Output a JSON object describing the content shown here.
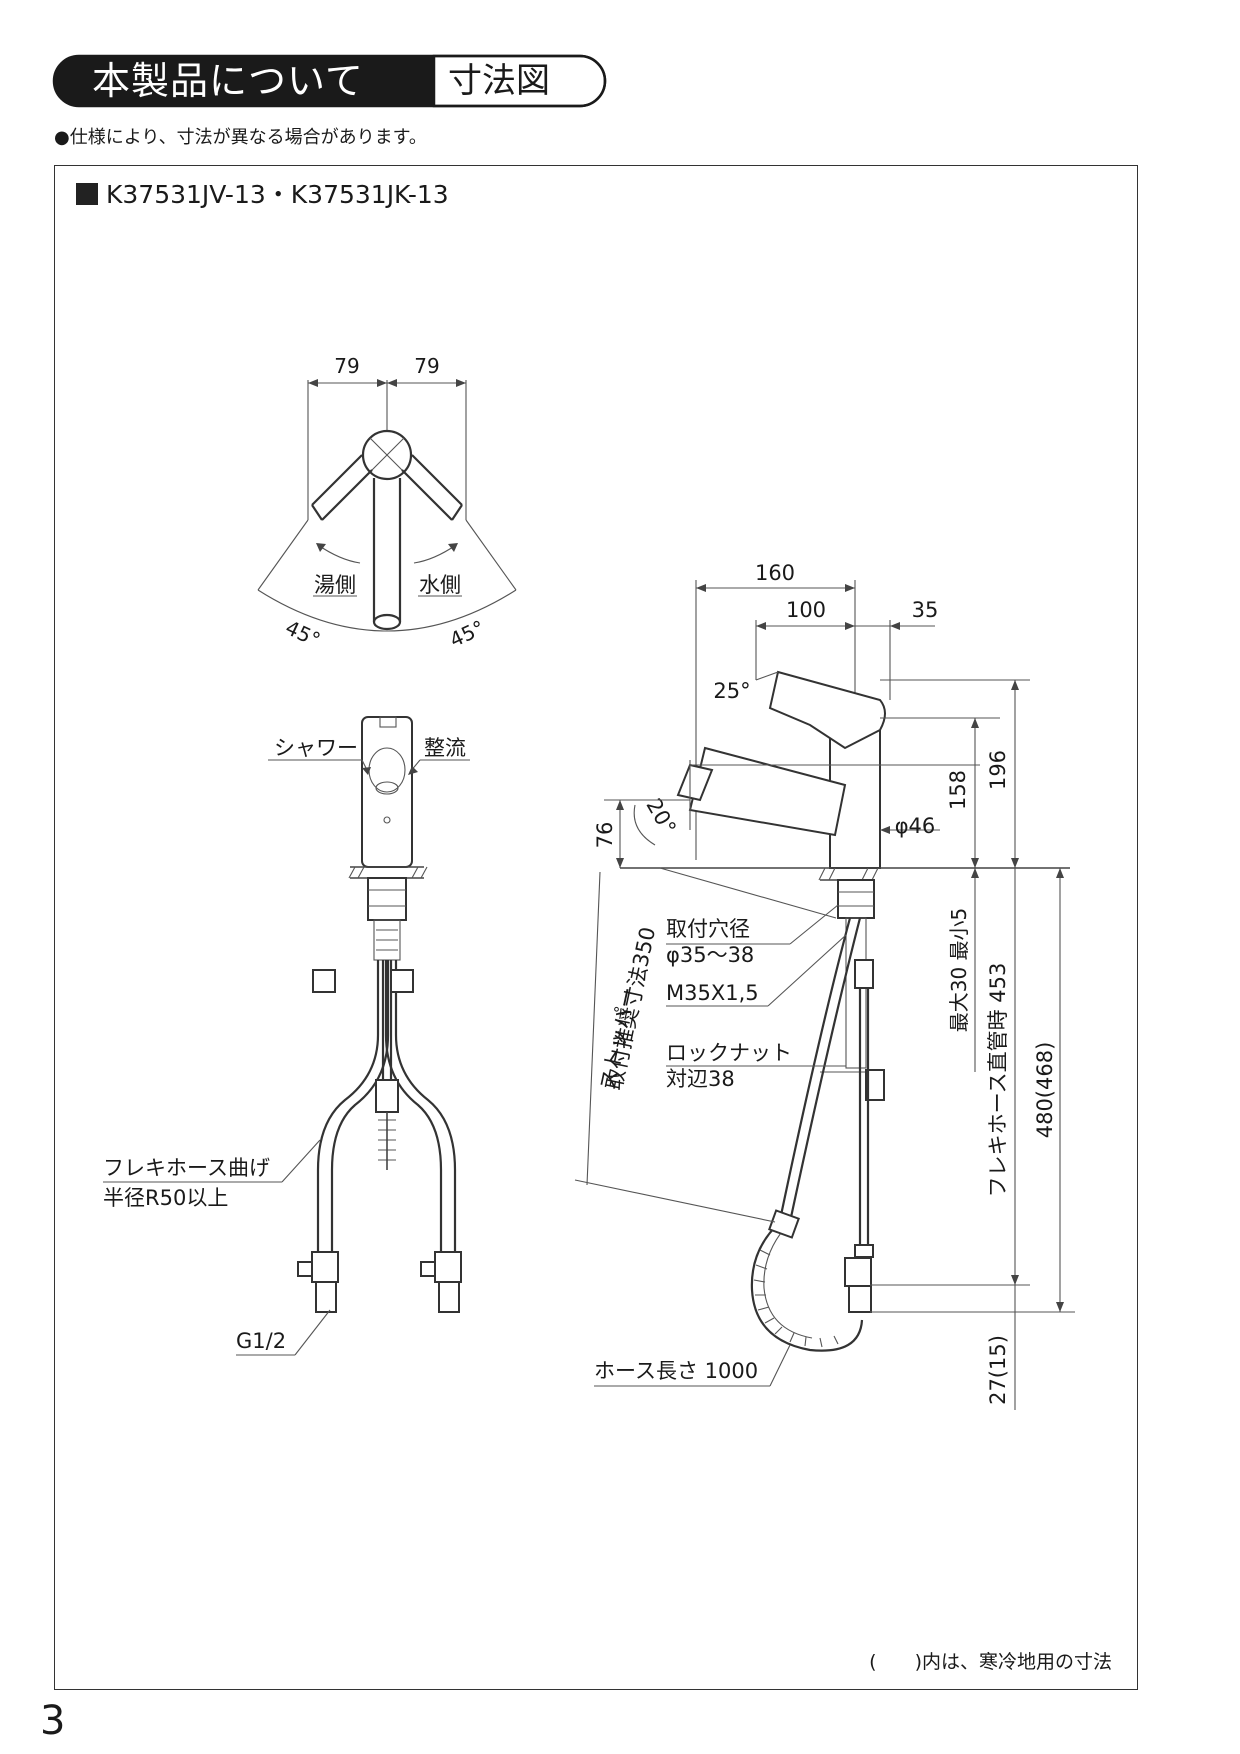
{
  "header": {
    "title": "本製品について",
    "subtitle": "寸法図"
  },
  "note": "●仕様により、寸法が異なる場合があります。",
  "model": "K37531JV-13・K37531JK-13",
  "top_view": {
    "dim_left": "79",
    "dim_right": "79",
    "label_hot": "湯側",
    "label_cold": "水側",
    "angle_left": "45°",
    "angle_right": "45°"
  },
  "front_view": {
    "label_shower": "シャワー",
    "label_straight": "整流",
    "label_hose_bend_1": "フレキホース曲げ",
    "label_hose_bend_2": "半径R50以上",
    "label_thread": "G1/2"
  },
  "side_view": {
    "dim_160": "160",
    "dim_100": "100",
    "dim_35": "35",
    "angle_25": "25°",
    "angle_20": "20°",
    "dim_76": "76",
    "dim_158": "158",
    "dim_196": "196",
    "dim_phi46": "φ46",
    "hole_label_1": "取付穴径",
    "hole_label_2": "φ35～38",
    "thread_label": "M35X1,5",
    "locknut_label_1": "ロックナット",
    "locknut_label_2": "対辺38",
    "stopper_label_1": "ストッパー",
    "stopper_label_2": "取付推奨寸法350",
    "dim_thickness": "最大30 最小5",
    "dim_flex": "フレキホース直管時 453",
    "dim_480": "480(468)",
    "dim_27": "27(15)",
    "hose_length": "ホース長さ 1000"
  },
  "footnote": "(　　)内は、寒冷地用の寸法",
  "page_number": "3"
}
